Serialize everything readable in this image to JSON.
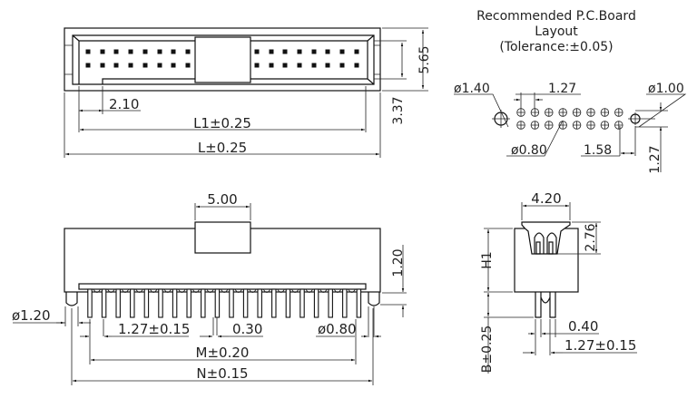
{
  "pcb_layout": {
    "title_line1": "Recommended  P.C.Board",
    "title_line2": "Layout",
    "title_line3": "(Tolerance:±0.05)",
    "dim_hole_large": "ø1.40",
    "dim_pitch": "1.27",
    "dim_hole_right": "ø1.00",
    "dim_hole_small": "ø0.80",
    "dim_offset": "1.58",
    "dim_row_pitch": "1.27"
  },
  "top_view": {
    "dim_height": "5.65",
    "dim_inner": "3.37",
    "dim_key": "2.10",
    "dim_l1": "L1±0.25",
    "dim_l": "L±0.25"
  },
  "front_view": {
    "dim_tab": "5.00",
    "dim_post_height": "1.20",
    "dim_post_dia": "ø1.20",
    "dim_pitch": "1.27±0.15",
    "dim_pin_width": "0.30",
    "dim_pin_dia": "ø0.80",
    "dim_m": "M±0.20",
    "dim_n": "N±0.15"
  },
  "side_view": {
    "dim_width": "4.20",
    "dim_depth": "2.76",
    "dim_h1": "H1",
    "dim_b": "B±0.25",
    "dim_pin": "0.40",
    "dim_pitch": "1.27±0.15"
  }
}
